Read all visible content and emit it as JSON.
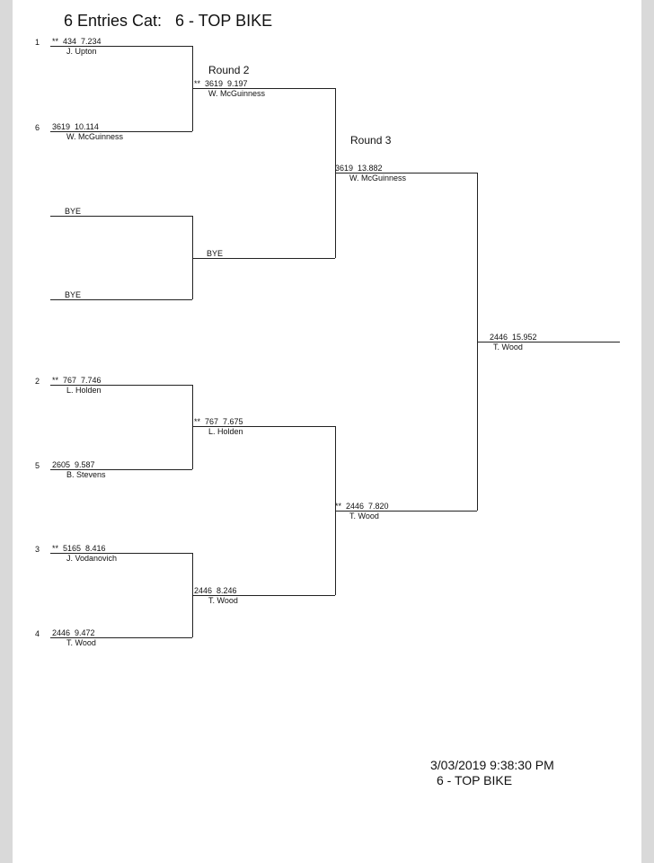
{
  "title": "6 Entries Cat:   6 - TOP BIKE",
  "rounds": {
    "round2_label": "Round 2",
    "round3_label": "Round 3"
  },
  "round1": [
    {
      "seed": "1",
      "mark": "**",
      "number": "434",
      "time": "7.234",
      "name": "J. Upton"
    },
    {
      "seed": "6",
      "mark": "",
      "number": "3619",
      "time": "10.114",
      "name": "W. McGuinness"
    },
    {
      "seed": "",
      "mark": "",
      "number": "",
      "time": "",
      "name": "BYE"
    },
    {
      "seed": "",
      "mark": "",
      "number": "",
      "time": "",
      "name": "BYE"
    },
    {
      "seed": "2",
      "mark": "**",
      "number": "767",
      "time": "7.746",
      "name": "L. Holden"
    },
    {
      "seed": "5",
      "mark": "",
      "number": "2605",
      "time": "9.587",
      "name": "B. Stevens"
    },
    {
      "seed": "3",
      "mark": "**",
      "number": "5165",
      "time": "8.416",
      "name": "J. Vodanovich"
    },
    {
      "seed": "4",
      "mark": "",
      "number": "2446",
      "time": "9.472",
      "name": "T. Wood"
    }
  ],
  "round2": [
    {
      "mark": "**",
      "number": "3619",
      "time": "9.197",
      "name": "W. McGuinness"
    },
    {
      "mark": "",
      "number": "",
      "time": "",
      "name": "BYE"
    },
    {
      "mark": "**",
      "number": "767",
      "time": "7.675",
      "name": "L. Holden"
    },
    {
      "mark": "",
      "number": "2446",
      "time": "8.246",
      "name": "T. Wood"
    }
  ],
  "round3": [
    {
      "mark": "",
      "number": "3619",
      "time": "13.882",
      "name": "W. McGuinness"
    },
    {
      "mark": "**",
      "number": "2446",
      "time": "7.820",
      "name": "T. Wood"
    }
  ],
  "final": {
    "mark": "",
    "number": "2446",
    "time": "15.952",
    "name": "T. Wood"
  },
  "footer": {
    "datetime": "3/03/2019 9:38:30 PM",
    "category": "6 - TOP BIKE"
  }
}
